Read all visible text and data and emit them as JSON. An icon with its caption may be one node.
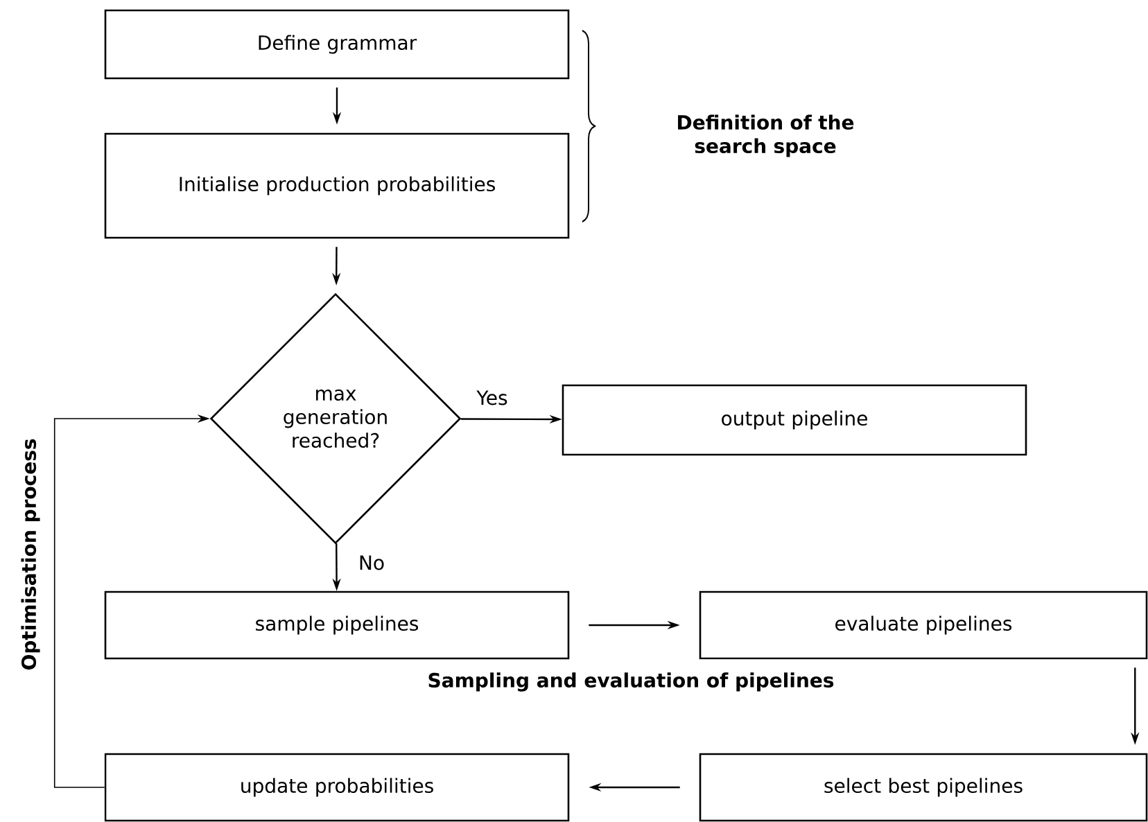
{
  "diagram": {
    "nodes": [
      {
        "text": [
          "Define grammar"
        ]
      },
      {
        "text": [
          "Initialise production probabilities"
        ]
      },
      {
        "text": [
          "max generation reached?"
        ]
      },
      {
        "text": [
          "output pipeline"
        ]
      },
      {
        "text": [
          "sample pipelines"
        ]
      },
      {
        "text": [
          "evaluate pipelines"
        ]
      },
      {
        "text": [
          "select best pipelines"
        ]
      },
      {
        "text": [
          "update probabilities"
        ]
      }
    ],
    "edges": [
      {
        "from": 0,
        "to": 1,
        "arrow": "to"
      },
      {
        "from": 1,
        "to": 2,
        "arrow": "to"
      },
      {
        "from": 2,
        "to": 3,
        "arrow": "to",
        "label": "Yes"
      },
      {
        "from": 2,
        "to": 4,
        "arrow": "to",
        "label": "No"
      },
      {
        "from": 4,
        "to": 5,
        "arrow": "to"
      },
      {
        "from": 5,
        "to": 6,
        "arrow": "to"
      },
      {
        "from": 6,
        "to": 7,
        "arrow": "to"
      },
      {
        "from": 7,
        "to": 2,
        "arrow": "to"
      }
    ],
    "labels": [
      "Definition of the search space",
      "Optimisation process",
      "Sampling and evaluation of pipelines"
    ]
  }
}
